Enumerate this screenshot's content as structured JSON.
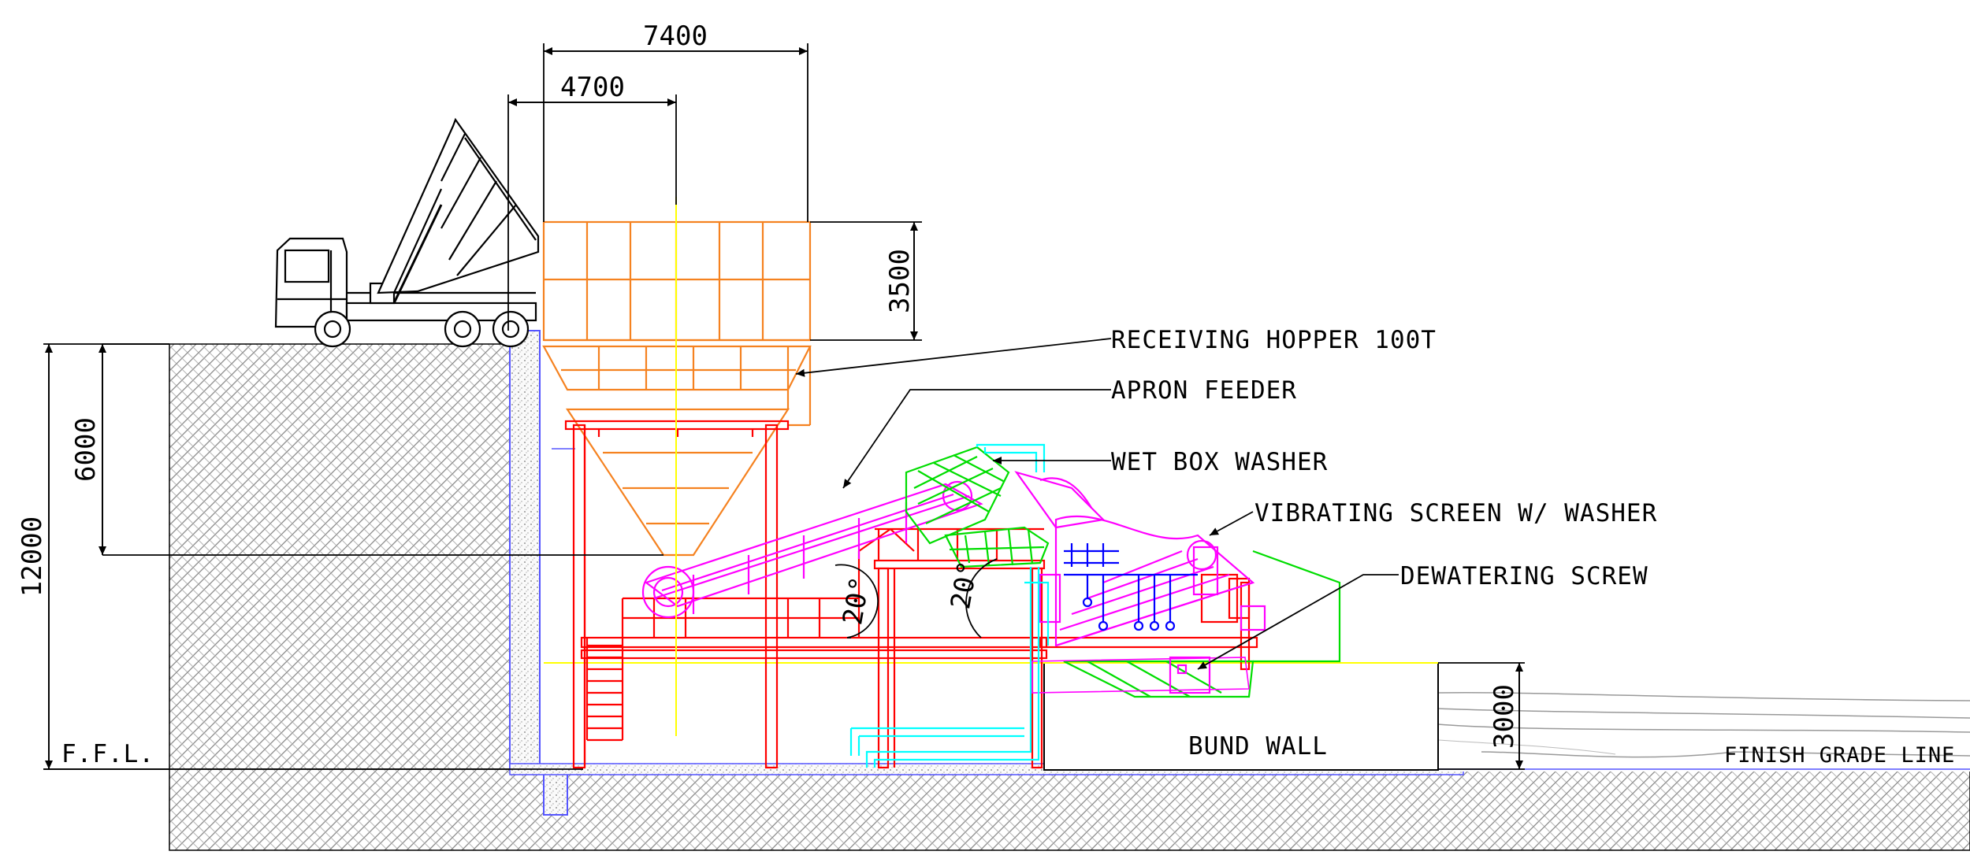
{
  "dimensions": {
    "hopper_total_width": "7400",
    "hopper_offset": "4700",
    "hopper_height": "3500",
    "upper_depth": "6000",
    "total_depth": "12000",
    "bund_height": "3000"
  },
  "angles": {
    "feeder_angle": "20°",
    "washer_angle": "20°"
  },
  "labels": {
    "receiving_hopper": "RECEIVING HOPPER 100T",
    "apron_feeder": "APRON FEEDER",
    "wet_box_washer": "WET BOX WASHER",
    "vibrating_screen": "VIBRATING SCREEN W/ WASHER",
    "dewatering_screw": "DEWATERING SCREW",
    "bund_wall": "BUND WALL",
    "ffl": "F.F.L.",
    "finish_grade": "FINISH GRADE LINE"
  },
  "colors": {
    "hopper": "#f58220",
    "structure": "#ff0000",
    "washer": "#00dd00",
    "screen": "#ff00ff",
    "water": "#00ffff",
    "nozzle": "#0000ff",
    "guide": "#ffff00",
    "wall_outline": "#5555ff"
  }
}
